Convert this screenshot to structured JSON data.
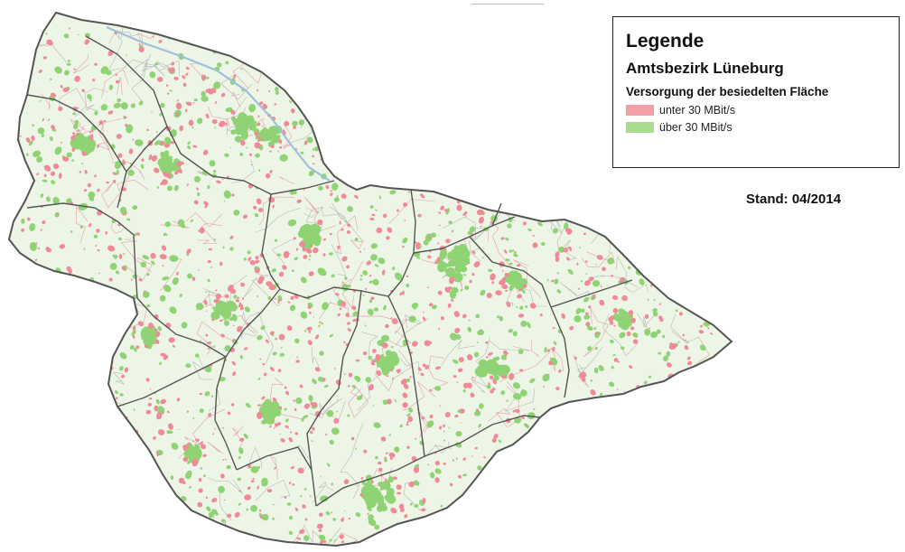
{
  "legend": {
    "title": "Legende",
    "district": "Amtsbezirk Lüneburg",
    "subtitle": "Versorgung der besiedelten Fläche",
    "items": [
      {
        "label": "unter 30 MBit/s",
        "color": "#f2a0a8"
      },
      {
        "label": "über 30 MBit/s",
        "color": "#a8dd90"
      }
    ]
  },
  "stand": "Stand: 04/2014",
  "colors": {
    "base_fill": "#edf5e6",
    "border": "#555555",
    "low_speed": "#f08a96",
    "high_speed": "#8fd374",
    "water": "#9fbfdb"
  }
}
